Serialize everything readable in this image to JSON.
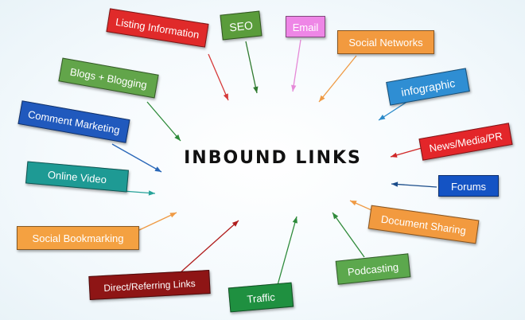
{
  "title": "INBOUND LINKS",
  "nodes": [
    {
      "key": "listing",
      "label": "Listing Information",
      "bg": "#e02a2a",
      "fg": "#ffffff",
      "arrow": "#d63a3a"
    },
    {
      "key": "seo",
      "label": "SEO",
      "bg": "#5a9c3b",
      "fg": "#ffffff",
      "arrow": "#2f7a2f"
    },
    {
      "key": "email",
      "label": "Email",
      "bg": "#ee86e6",
      "fg": "#ffffff",
      "arrow": "#e58ad8"
    },
    {
      "key": "social-networks",
      "label": "Social Networks",
      "bg": "#f29a3f",
      "fg": "#ffffff",
      "arrow": "#ef9a44"
    },
    {
      "key": "blogs",
      "label": "Blogs + Blogging",
      "bg": "#62a54a",
      "fg": "#ffffff",
      "arrow": "#2d8a3a"
    },
    {
      "key": "infographic",
      "label": "infographic",
      "bg": "#2f8ed3",
      "fg": "#ffffff",
      "arrow": "#2b8ac9"
    },
    {
      "key": "comment",
      "label": "Comment Marketing",
      "bg": "#2059bd",
      "fg": "#ffffff",
      "arrow": "#2967b8"
    },
    {
      "key": "news",
      "label": "News/Media/PR",
      "bg": "#e3262a",
      "fg": "#ffffff",
      "arrow": "#d02828"
    },
    {
      "key": "video",
      "label": "Online Video",
      "bg": "#1e9a94",
      "fg": "#ffffff",
      "arrow": "#27a39a"
    },
    {
      "key": "forums",
      "label": "Forums",
      "bg": "#1453c4",
      "fg": "#ffffff",
      "arrow": "#1a4c8a"
    },
    {
      "key": "bookmarking",
      "label": "Social Bookmarking",
      "bg": "#f4a141",
      "fg": "#ffffff",
      "arrow": "#ef9a44"
    },
    {
      "key": "document",
      "label": "Document Sharing",
      "bg": "#f29a3f",
      "fg": "#ffffff",
      "arrow": "#ef9a44"
    },
    {
      "key": "direct",
      "label": "Direct/Referring Links",
      "bg": "#8e1515",
      "fg": "#ffffff",
      "arrow": "#b01c1c"
    },
    {
      "key": "podcasting",
      "label": "Podcasting",
      "bg": "#5ca84d",
      "fg": "#ffffff",
      "arrow": "#2f8a3a"
    },
    {
      "key": "traffic",
      "label": "Traffic",
      "bg": "#1f9040",
      "fg": "#ffffff",
      "arrow": "#2d8a3a"
    }
  ]
}
